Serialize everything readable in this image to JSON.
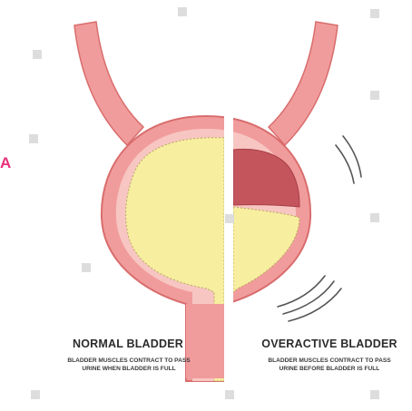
{
  "side_letter": "A",
  "normal": {
    "title": "NORMAL BLADDER",
    "desc_line1": "BLADDER MUSCLES CONTRACT TO PASS",
    "desc_line2": "URINE WHEN BLADDER IS FULL"
  },
  "overactive": {
    "title": "OVERACTIVE BLADDER",
    "desc_line1": "BLADDER MUSCLES CONTRACT TO PASS",
    "desc_line2": "URINE BEFORE BLADDER IS FULL"
  },
  "colors": {
    "wall": "#f19c9c",
    "wall_outline": "#d96d6d",
    "lining": "#f7c6c2",
    "urine": "#f7eea0",
    "contracted": "#c4555c",
    "divider": "#ffffff",
    "motion_lines": "#555555"
  }
}
